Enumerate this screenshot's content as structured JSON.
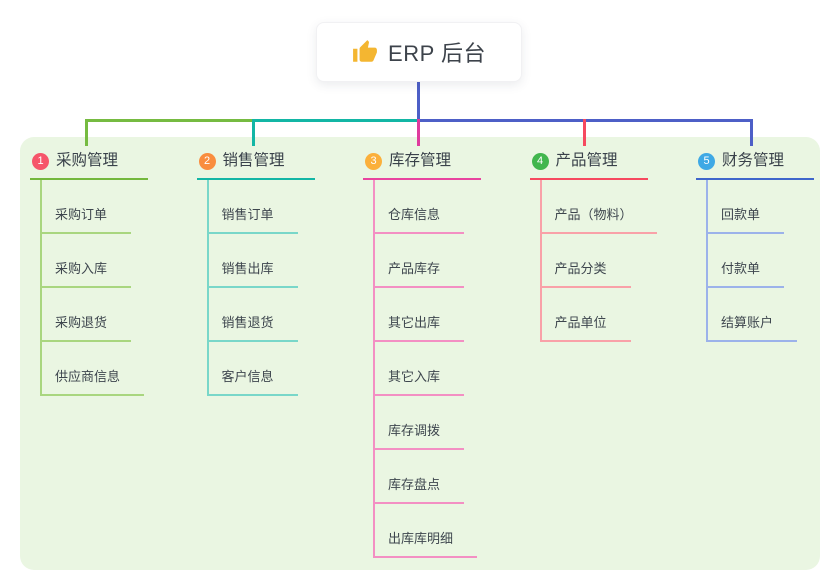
{
  "root": {
    "label": "ERP 后台",
    "icon": "thumbs-up-icon",
    "icon_color": "#f4b631"
  },
  "connector": {
    "trunk_color": "#4d5fc7",
    "segment_colors": [
      "#76bb41",
      "#13b6a5",
      "#4d5fc7"
    ],
    "drop_colors": [
      "#76bb41",
      "#13b6a5",
      "#df3b9e",
      "#f6495f",
      "#4d5fc7"
    ]
  },
  "panel_color": "#eaf6e2",
  "branches": [
    {
      "num": "1",
      "label": "采购管理",
      "badge_color": "#f6556a",
      "line_color": "#74b83d",
      "child_line_color": "#a9d67f",
      "children": [
        "采购订单",
        "采购入库",
        "采购退货",
        "供应商信息"
      ]
    },
    {
      "num": "2",
      "label": "销售管理",
      "badge_color": "#f98d3e",
      "line_color": "#13b6a5",
      "child_line_color": "#79d7c9",
      "children": [
        "销售订单",
        "销售出库",
        "销售退货",
        "客户信息"
      ]
    },
    {
      "num": "3",
      "label": "库存管理",
      "badge_color": "#fbb03b",
      "line_color": "#e8449f",
      "child_line_color": "#f38fc3",
      "children": [
        "仓库信息",
        "产品库存",
        "其它出库",
        "其它入库",
        "库存调拨",
        "库存盘点",
        "出库库明细"
      ]
    },
    {
      "num": "4",
      "label": "产品管理",
      "badge_color": "#41b64d",
      "line_color": "#f6495f",
      "child_line_color": "#f9a1a8",
      "children": [
        "产品（物料）",
        "产品分类",
        "产品单位"
      ]
    },
    {
      "num": "5",
      "label": "财务管理",
      "badge_color": "#3fa9e5",
      "line_color": "#3f66cb",
      "child_line_color": "#9cb2ea",
      "children": [
        "回款单",
        "付款单",
        "结算账户"
      ]
    }
  ]
}
